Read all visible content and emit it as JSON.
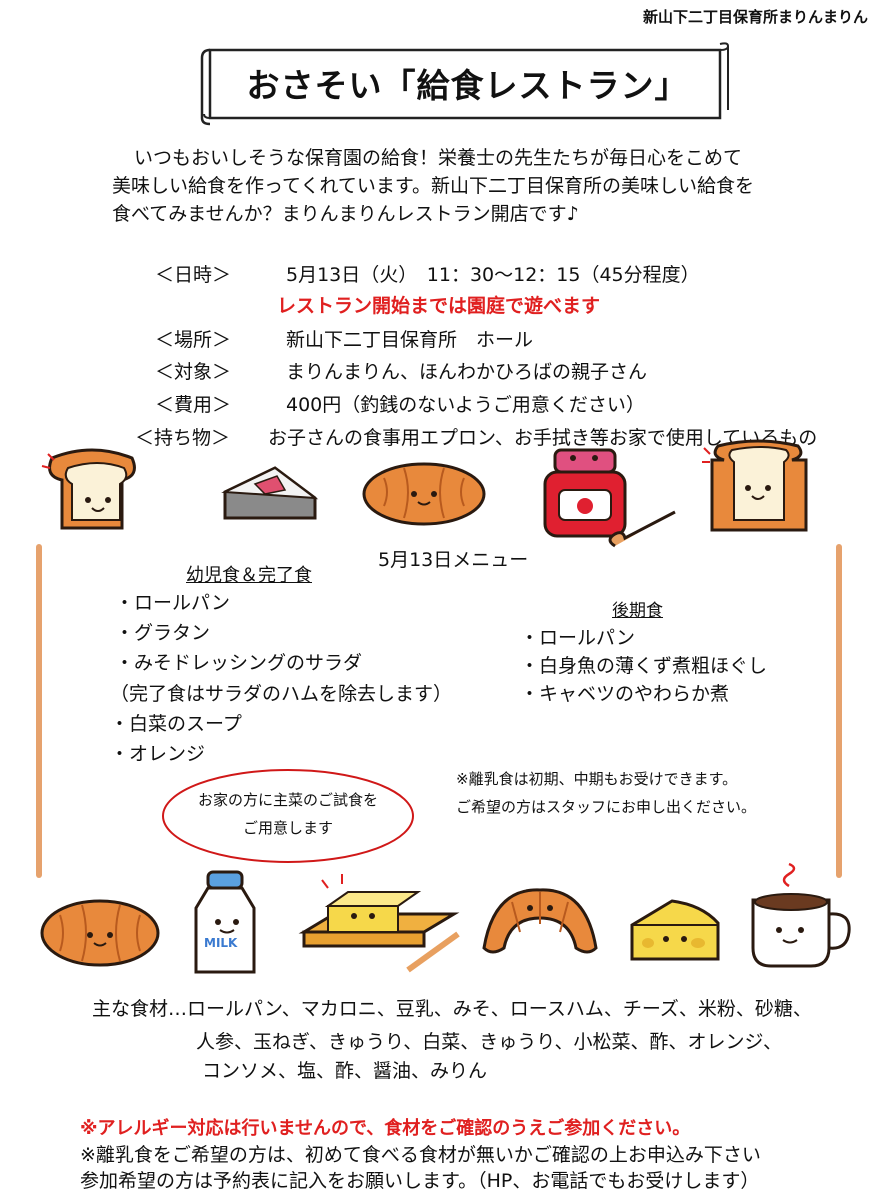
{
  "header": {
    "organization": "新山下二丁目保育所まりんまりん",
    "title": "おさそい「給食レストラン」"
  },
  "intro": [
    "いつもおいしそうな保育園の給食！栄養士の先生たちが毎日心をこめて",
    "美味しい給食を作ってくれています。新山下二丁目保育所の美味しい給食を",
    "食べてみませんか？まりんまりんレストラン開店です♪"
  ],
  "details": {
    "datetime_label": "＜日時＞",
    "datetime_value": "5月13日（火）　11：30〜12：15（45分程度）",
    "datetime_note": "レストラン開始までは園庭で遊べます",
    "place_label": "＜場所＞",
    "place_value": "新山下二丁目保育所　ホール",
    "target_label": "＜対象＞",
    "target_value": "まりんまりん、ほんわかひろばの親子さん",
    "fee_label": "＜費用＞",
    "fee_value": "400円（釣銭のないようご用意ください）",
    "items_label": "＜持ち物＞",
    "items_value": "お子さんの食事用エプロン、お手拭き等お家で使用しているもの"
  },
  "menu": {
    "title": "5月13日メニュー",
    "toddler_heading": "幼児食＆完了食",
    "toddler_items": [
      "・ロールパン",
      "・グラタン",
      "・みそドレッシングのサラダ",
      "（完了食はサラダのハムを除去します）",
      "・白菜のスープ",
      "・オレンジ"
    ],
    "late_heading": "後期食",
    "late_items": [
      "・ロールパン",
      "・白身魚の薄くず煮粗ほぐし",
      "・キャベツのやわらか煮"
    ],
    "baby_note_1": "※離乳食は初期、中期もお受けできます。",
    "baby_note_2": "ご希望の方はスタッフにお申し出ください。",
    "circle_line_1": "お家の方に主菜のご試食を",
    "circle_line_2": "ご用意します"
  },
  "ingredients": {
    "line_1": "主な食材…ロールパン、マカロニ、豆乳、みそ、ロースハム、チーズ、米粉、砂糖、",
    "line_2": "人参、玉ねぎ、きゅうり、白菜、きゅうり、小松菜、酢、オレンジ、",
    "line_3": "コンソメ、塩、酢、醤油、みりん"
  },
  "notes": {
    "allergy": "※アレルギー対応は行いませんので、食材をご確認のうえご参加ください。",
    "baby_food": "※離乳食をご希望の方は、初めて食べる食材が無いかご確認の上お申込み下さい",
    "reservation": "参加希望の方は予約表に記入をお願いします。（HP、お電話でもお受けします）"
  },
  "illustrations": {
    "milk_label": "MILK",
    "colors": {
      "bread": "#e8893c",
      "outline": "#2a1a10",
      "red": "#e02020",
      "cheese": "#f6d84a"
    }
  }
}
